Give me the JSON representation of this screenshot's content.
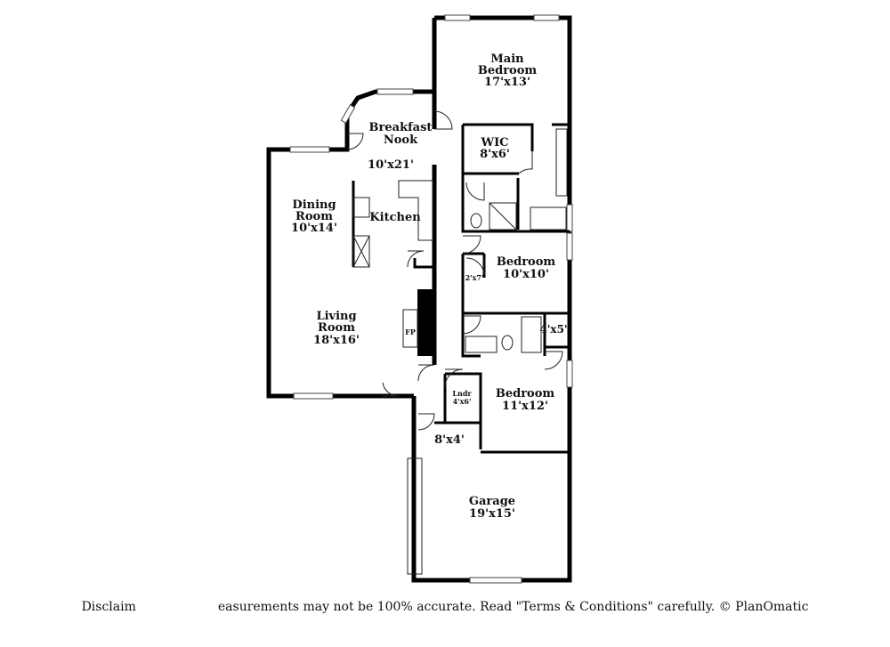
{
  "rooms": {
    "main_bedroom": {
      "name_line1": "Main",
      "name_line2": "Bedroom",
      "dims": "17'x13'"
    },
    "breakfast_nook": {
      "name_line1": "Breakfast",
      "name_line2": "Nook"
    },
    "wic": {
      "name": "WIC",
      "dims": "8'x6'"
    },
    "kitchen": {
      "name": "Kitchen",
      "dims": "10'x21'"
    },
    "dining_room": {
      "name_line1": "Dining",
      "name_line2": "Room",
      "dims": "10'x14'"
    },
    "bedroom_2": {
      "name": "Bedroom",
      "dims": "10'x10'"
    },
    "closet_small": {
      "dims": "2'x7'"
    },
    "living_room": {
      "name_line1": "Living",
      "name_line2": "Room",
      "dims": "18'x16'"
    },
    "fireplace": {
      "name": "FP"
    },
    "closet_4x5": {
      "dims": "4'x5'"
    },
    "laundry": {
      "name": "Lndr",
      "dims": "4'x6'"
    },
    "bedroom_3": {
      "name": "Bedroom",
      "dims": "11'x12'"
    },
    "hall_8x4": {
      "dims": "8'x4'"
    },
    "garage": {
      "name": "Garage",
      "dims": "19'x15'"
    }
  },
  "disclaimer": {
    "text_left": "Disclaim",
    "text_right": "easurements may not be 100% accurate. Read \"Terms & Conditions\" carefully. © PlanOmatic"
  }
}
